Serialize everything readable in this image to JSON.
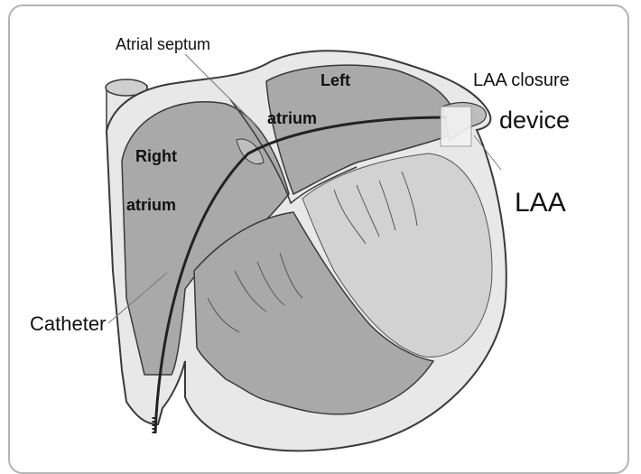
{
  "labels": {
    "atrial_septum": "Atrial septum",
    "left_line1": "Left",
    "left_line2": "atrium",
    "right_line1": "Right",
    "right_line2": "atrium",
    "laa_closure_line1": "LAA closure",
    "laa_closure_line2": "device",
    "laa": "LAA",
    "catheter": "Catheter"
  },
  "colors": {
    "frame": "#b4b4b4",
    "chamber": "#a9a9a9",
    "cavity_light": "#d0d0d0",
    "wall": "#e8e8e8",
    "outline": "#3a3a3a"
  }
}
